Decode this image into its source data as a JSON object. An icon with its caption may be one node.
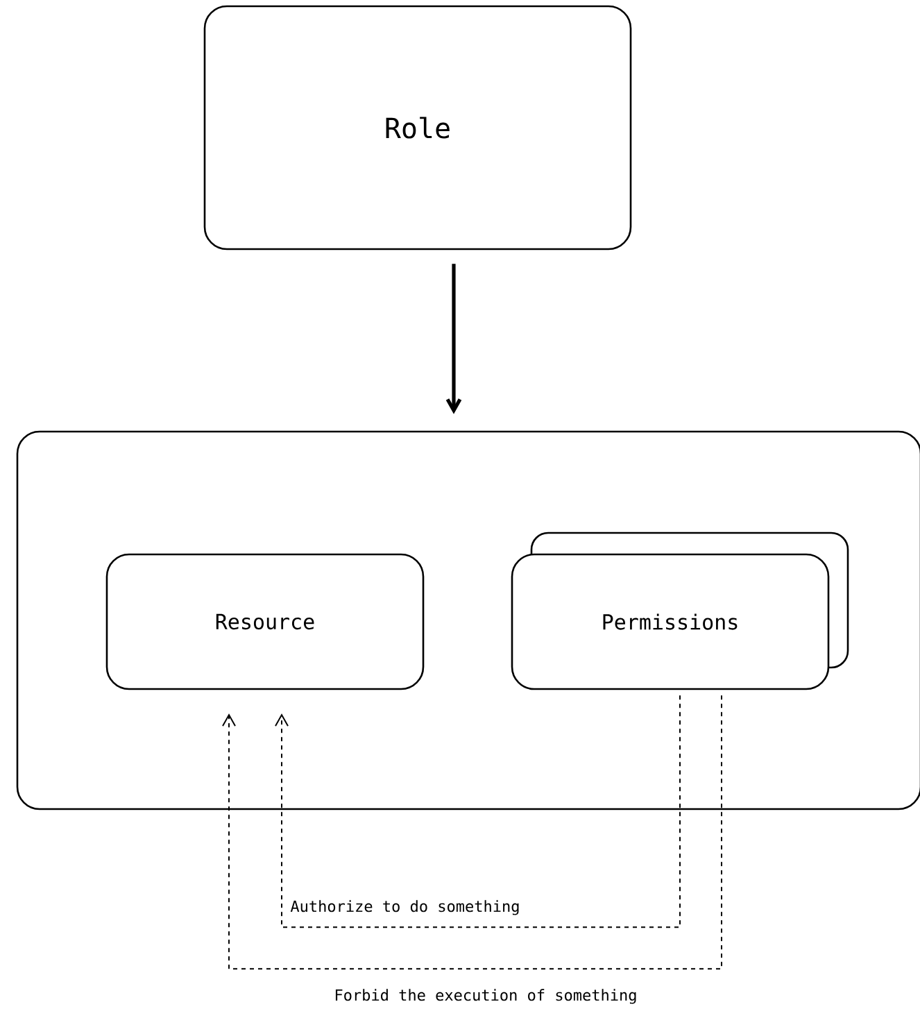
{
  "diagram": {
    "nodes": [
      {
        "text": [
          "Role"
        ]
      },
      {
        "text": [],
        "shape": "box"
      },
      {
        "text": [
          "Resource"
        ],
        "in": 1
      },
      {
        "text": [
          "Permissions"
        ],
        "in": 1
      }
    ],
    "edges": [
      {
        "from": 0,
        "to": 1,
        "arrow": "to",
        "style": "thick"
      },
      {
        "from": 3,
        "to": 2,
        "arrow": "to",
        "style": "dashed",
        "label": "Authorize to do something"
      },
      {
        "from": 3,
        "to": 2,
        "arrow": "to",
        "style": "dashed",
        "label": "Forbid the execution of something"
      }
    ]
  }
}
